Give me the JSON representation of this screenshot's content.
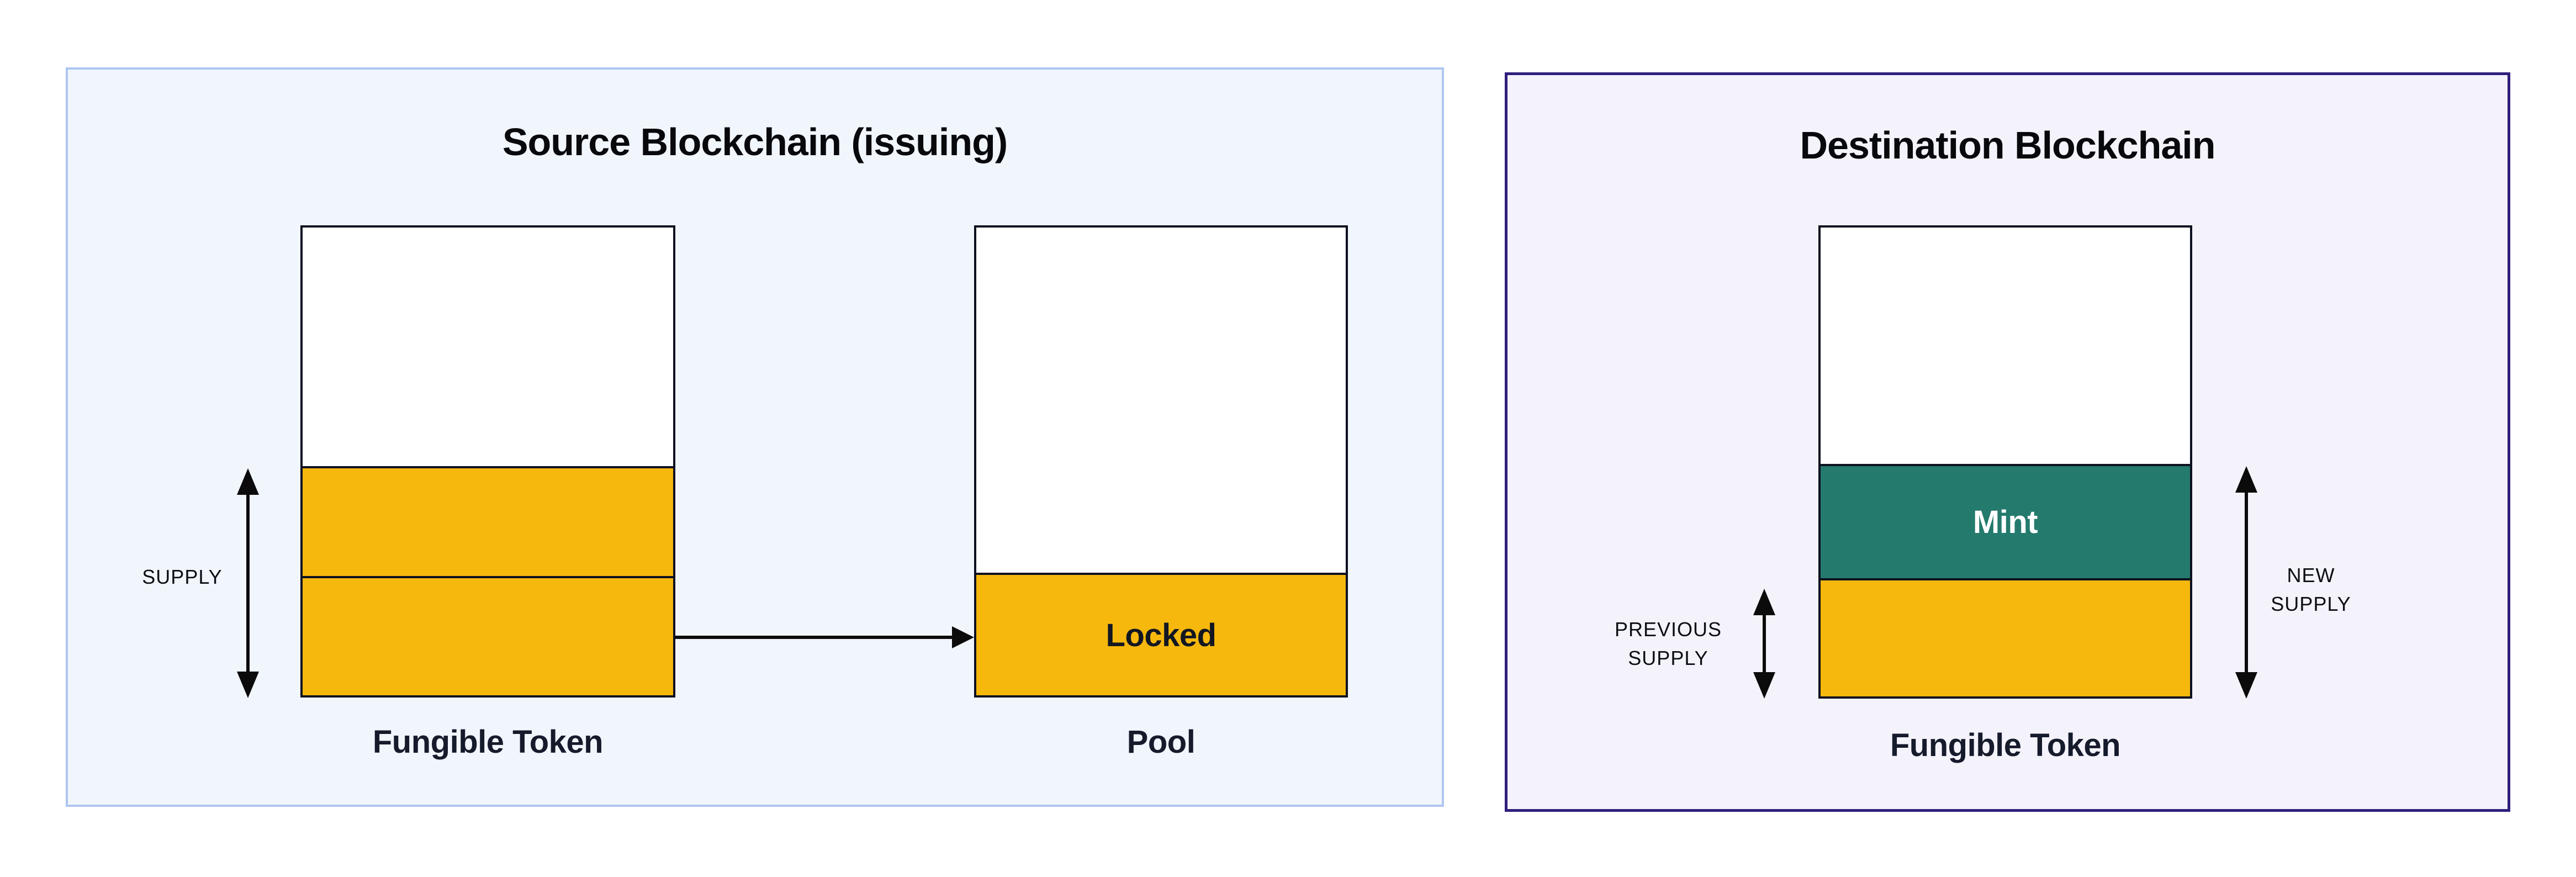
{
  "diagram": {
    "description_colors": {
      "source_panel_border": "#AEC6F1",
      "source_panel_bg": "#F1F5FC",
      "dest_panel_border": "#301D7C",
      "dest_panel_bg": "#F4F3FB",
      "token_orange": "#F6B80D",
      "mint_teal": "#247A6D",
      "bar_outline": "#0D1120",
      "arrow_black": "#0B0B0B",
      "title_text": "#08090C",
      "label_text": "#161B2C",
      "mint_label_text": "#FFFFFF"
    },
    "source_panel": {
      "title": "Source Blockchain (issuing)",
      "supply_label": "SUPPLY",
      "fungible_token_label": "Fungible Token",
      "locked_label": "Locked",
      "pool_label": "Pool"
    },
    "destination_panel": {
      "title": "Destination Blockchain",
      "mint_label": "Mint",
      "previous_supply_label": "PREVIOUS\nSUPPLY",
      "new_supply_label": "NEW\nSUPPLY",
      "fungible_token_label": "Fungible Token"
    }
  }
}
